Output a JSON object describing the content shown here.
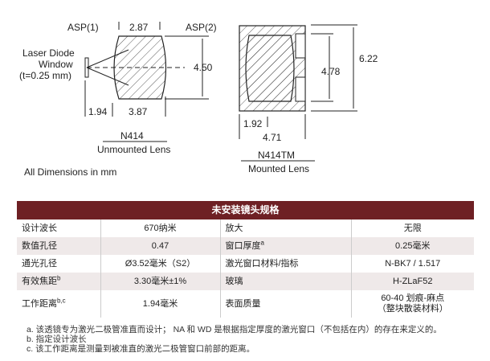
{
  "drawing": {
    "asp1": "ASP(1)",
    "asp2": "ASP(2)",
    "window_label": [
      "Laser Diode",
      "Window",
      "(t=0.25 mm)"
    ],
    "dim_top": "2.87",
    "dim_height": "4.50",
    "dim_wd": "1.94",
    "dim_length": "3.87",
    "unmounted_part": "N414",
    "unmounted_caption": "Unmounted Lens",
    "mounted_dim_height": "6.22",
    "mounted_dim_inner": "4.78",
    "mounted_dim_front": "1.92",
    "mounted_dim_length": "4.71",
    "mounted_part": "N414TM",
    "mounted_caption": "Mounted Lens",
    "units_note": "All Dimensions in mm"
  },
  "table": {
    "title": "未安装镜头规格",
    "rows": [
      {
        "l1": "设计波长",
        "v1": "670纳米",
        "l2": "放大",
        "v2": "无限"
      },
      {
        "l1": "数值孔径",
        "v1": "0.47",
        "l2": "窗口厚度",
        "s2": "a",
        "v2": "0.25毫米"
      },
      {
        "l1": "通光孔径",
        "v1": "Ø3.52毫米（S2）",
        "l2": "激光窗口材料/指标",
        "v2": "N-BK7 / 1.517"
      },
      {
        "l1": "有效焦距",
        "s1": "b",
        "v1": "3.30毫米±1%",
        "l2": "玻璃",
        "v2": "H-ZLaF52"
      },
      {
        "l1": "工作距离",
        "s1": "b,c",
        "v1": "1.94毫米",
        "l2": "表面质量",
        "v2": "60-40 划痕-麻点",
        "v2b": "（整块散装材料）"
      }
    ]
  },
  "notes": [
    "a. 该透镜专为激光二极管准直而设计； NA 和 WD 是根据指定厚度的激光窗口（不包括在内）的存在来定义的。",
    "b. 指定设计波长",
    "c. 该工作距离是测量到被准直的激光二极管窗口前部的距离。"
  ],
  "colors": {
    "header": "#6e2024"
  }
}
